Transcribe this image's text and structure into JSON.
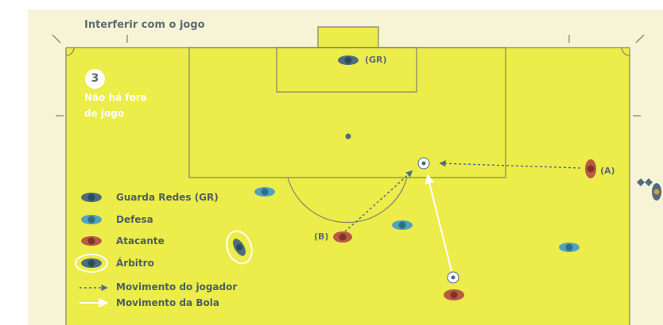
{
  "title": "Interferir com o jogo",
  "scenario": {
    "number": "3",
    "note_line1": "Não há fora",
    "note_line2": "de jogo"
  },
  "labels": {
    "goalkeeper": "(GR)",
    "attacker_a": "(A)",
    "attacker_b": "(B)"
  },
  "legend": {
    "goalkeeper": "Guarda Redes (GR)",
    "defender": "Defesa",
    "attacker": "Atacante",
    "referee": "Árbitro",
    "player_movement": "Movimento do jogador",
    "ball_movement": "Movimento da Bola"
  },
  "colors": {
    "pitch": "#ecec4a",
    "pitch_lines": "#8a8a6a",
    "goalkeeper": "#4e6c80",
    "defender": "#4fa3bf",
    "attacker": "#b85a44",
    "referee": "#4e6c80",
    "background": "#f7f3d6",
    "text": "#5d6b73"
  },
  "icons": {
    "ball": "soccer-ball-icon",
    "flag": "corner-flag-icon"
  }
}
